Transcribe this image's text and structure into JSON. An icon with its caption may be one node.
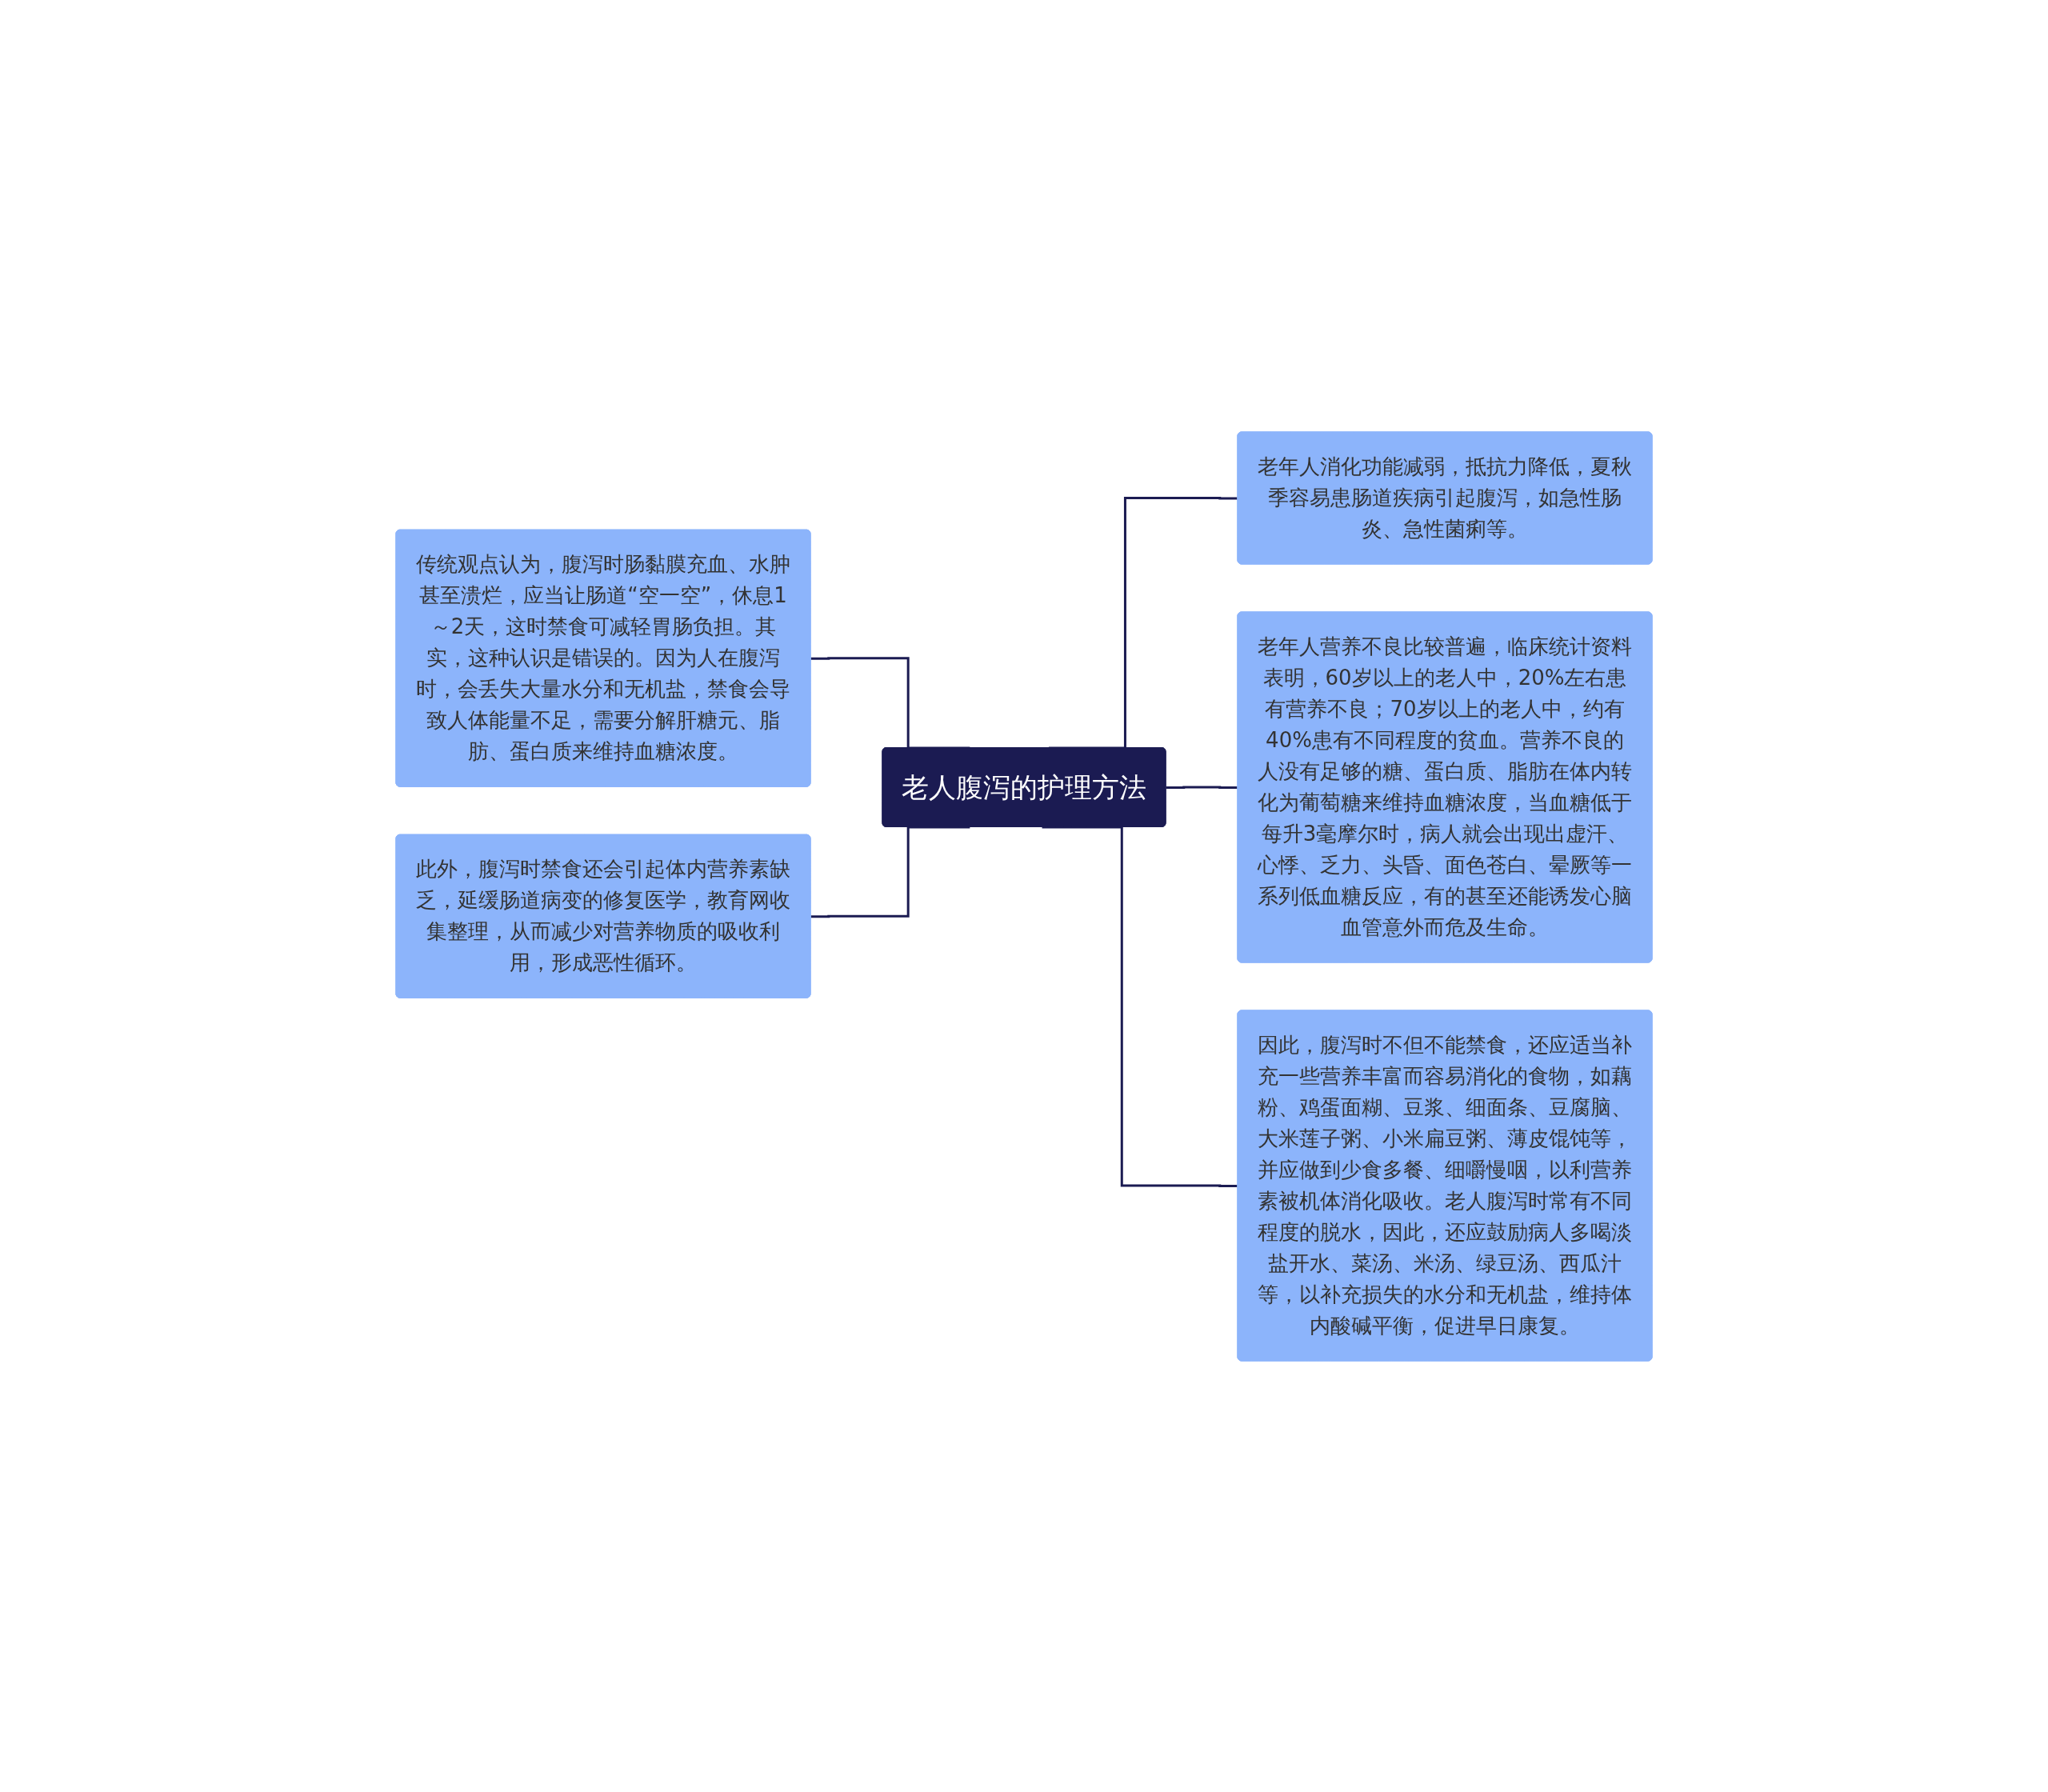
{
  "diagram": {
    "nodes": [
      {
        "text": [
          "传统观点认为，腹泻时肠黏膜充血、水肿甚至溃烂，应当让肠道“空一空”，休息1～2天，这时禁食可减轻胃肠负担。其实，这种认识是错误的。因为人在腹泻时，会丢失大量水分和无机盐，禁食会导致人体能量不足，需要分解肝糖元、脂肪、蛋白质来维持血糖浓度。"
        ]
      },
      {
        "text": [
          "此外，腹泻时禁食还会引起体内营养素缺乏，延缓肠道病变的修复医学，教育网收集整理，从而减少对营养物质的吸收利用，形成恶性循环。"
        ]
      },
      {
        "text": [
          "老人腹泻的护理方法"
        ]
      },
      {
        "text": [
          "老年人消化功能减弱，抵抗力降低，夏秋季容易患肠道疾病引起腹泻，如急性肠炎、急性菌痢等。"
        ]
      },
      {
        "text": [
          "老年人营养不良比较普遍，临床统计资料表明，60岁以上的老人中，20%左右患有营养不良；70岁以上的老人中，约有40%患有不同程度的贫血。营养不良的人没有足够的糖、蛋白质、脂肪在体内转化为葡萄糖来维持血糖浓度，当血糖低于每升3毫摩尔时，病人就会出现出虚汗、心悸、乏力、头昏、面色苍白、晕厥等一系列低血糖反应，有的甚至还能诱发心脑血管意外而危及生命。"
        ]
      },
      {
        "text": [
          "因此，腹泻时不但不能禁食，还应适当补充一些营养丰富而容易消化的食物，如藕粉、鸡蛋面糊、豆浆、细面条、豆腐脑、大米莲子粥、小米扁豆粥、薄皮馄饨等，并应做到少食多餐、细嚼慢咽，以利营养素被机体消化吸收。老人腹泻时常有不同程度的脱水，因此，还应鼓励病人多喝淡盐开水、菜汤、米汤、绿豆汤、西瓜汁等，以补充损失的水分和无机盐，维持体内酸碱平衡，促进早日康复。"
        ]
      }
    ],
    "edges": [
      {
        "from": 0,
        "to": 2,
        "arrow": "none"
      },
      {
        "from": 1,
        "to": 2,
        "arrow": "none"
      },
      {
        "from": 2,
        "to": 3,
        "arrow": "none"
      },
      {
        "from": 2,
        "to": 4,
        "arrow": "none"
      },
      {
        "from": 2,
        "to": 5,
        "arrow": "none"
      }
    ]
  }
}
